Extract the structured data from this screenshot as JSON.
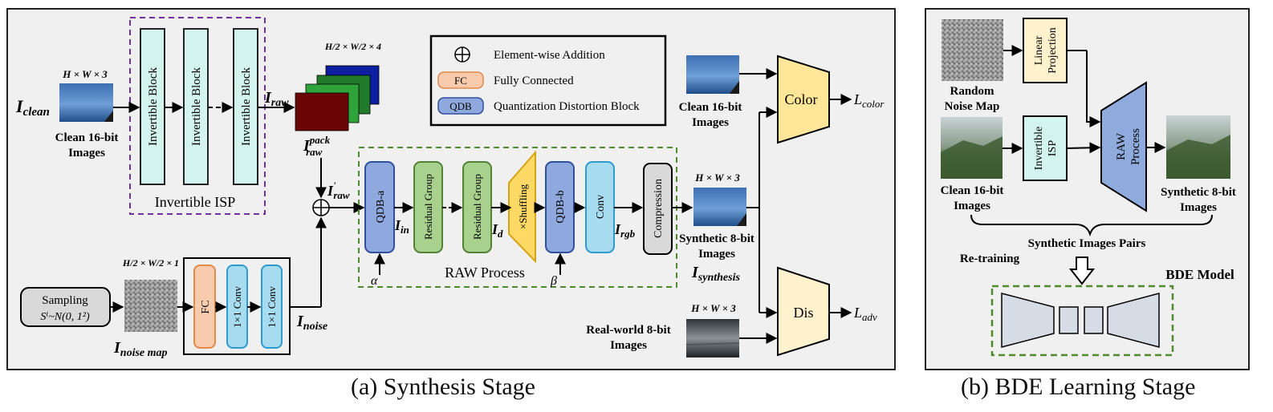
{
  "panel_a": {
    "caption": "(a) Synthesis Stage",
    "legend": {
      "add": "Element-wise Addition",
      "fc_tag": "FC",
      "fc": "Fully Connected",
      "qdb_tag": "QDB",
      "qdb": "Quantization Distortion Block"
    },
    "dim_hw3": "H × W × 3",
    "i_clean": "I",
    "i_clean_sub": "clean",
    "clean16_line1": "Clean 16-bit",
    "clean16_line2": "Images",
    "invertible_block": "Invertible Block",
    "invertible_isp": "Invertible ISP",
    "i_raw": "I",
    "i_raw_sub": "raw",
    "pack_dims": "H/2 × W/2 × 4",
    "i_raw_pack_sub": "raw",
    "i_raw_pack_sup": "pack",
    "i_raw_prime_sup": "'",
    "qdb_a": "QDB-a",
    "residual_group": "Residual Group",
    "shuffling": "×Shuffling",
    "qdb_b": "QDB-b",
    "conv": "Conv",
    "compression": "Compression",
    "i_in_sub": "in",
    "i_d_sub": "d",
    "i_rgb_sub": "rgb",
    "alpha": "α",
    "beta": "β",
    "raw_process": "RAW Process",
    "synth8_line1": "Synthetic 8-bit",
    "synth8_line2": "Images",
    "i_synthesis_sub": "synthesis",
    "sampling_line1": "Sampling",
    "sampling_line2": "Sⁱ~N(0, 1²)",
    "noise_dims": "H/2 × W/2 × 1",
    "fc": "FC",
    "conv1x1": "1×1 Conv",
    "i_noise_sub": "noise",
    "i_noise_map_sub": "noise map",
    "real8_line1": "Real-world 8-bit",
    "real8_line2": "Images",
    "color": "Color",
    "dis": "Dis",
    "l_color": "L",
    "l_color_sub": "color",
    "l_adv": "L",
    "l_adv_sub": "adv"
  },
  "panel_b": {
    "caption": "(b) BDE Learning Stage",
    "random_noise_line1": "Random",
    "random_noise_line2": "Noise Map",
    "linear_projection_line1": "Linear",
    "linear_projection_line2": "Projection",
    "invertible_isp_line1": "Invertible",
    "invertible_isp_line2": "ISP",
    "raw_process_line1": "RAW",
    "raw_process_line2": "Process",
    "clean16_line1": "Clean 16-bit",
    "clean16_line2": "Images",
    "synth8_line1": "Synthetic 8-bit",
    "synth8_line2": "Images",
    "pairs": "Synthetic Images Pairs",
    "retraining": "Re-training",
    "bde_model": "BDE Model"
  },
  "colors": {
    "panel_bg": "#f0f0f0",
    "invertible_fill": "#d3f3ee",
    "qdb_fill": "#8fa9df",
    "residual_fill": "#a9d18e",
    "shuffle_fill": "#ffd966",
    "conv_fill": "#a7dcf0",
    "fc_fill": "#f8cbad",
    "compress_fill": "#d9d9d9",
    "color_fill": "#ffe699",
    "dis_fill": "#fff2cc",
    "raw_fill": "#8faadc",
    "bde_fill": "#d6dce5",
    "green_dash": "#4e8a2e",
    "purple_dash": "#7030a0"
  }
}
